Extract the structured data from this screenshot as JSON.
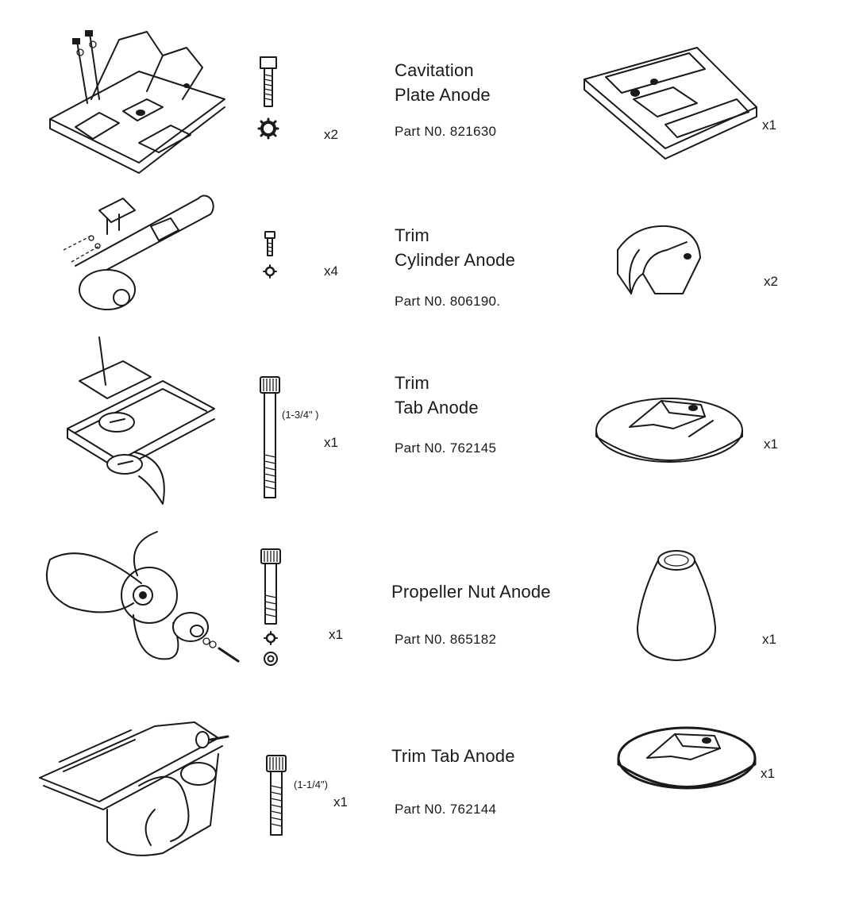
{
  "parts": [
    {
      "name_lines": [
        "Cavitation",
        "Plate Anode"
      ],
      "part_no": "Part N0.  821630",
      "hardware_qty": "x2",
      "anode_qty": "x1",
      "bolt_size": ""
    },
    {
      "name_lines": [
        "Trim",
        "Cylinder Anode"
      ],
      "part_no": "Part N0.  806190.",
      "hardware_qty": "x4",
      "anode_qty": "x2",
      "bolt_size": ""
    },
    {
      "name_lines": [
        "Trim",
        "Tab Anode"
      ],
      "part_no": "Part N0.  762145",
      "hardware_qty": "x1",
      "anode_qty": "x1",
      "bolt_size": "(1-3/4\" )"
    },
    {
      "name_lines": [
        "Propeller Nut Anode"
      ],
      "part_no": "Part N0.  865182",
      "hardware_qty": "x1",
      "anode_qty": "x1",
      "bolt_size": ""
    },
    {
      "name_lines": [
        "Trim Tab Anode"
      ],
      "part_no": "Part N0.  762144",
      "hardware_qty": "x1",
      "anode_qty": "x1",
      "bolt_size": "(1-1/4\")"
    }
  ]
}
